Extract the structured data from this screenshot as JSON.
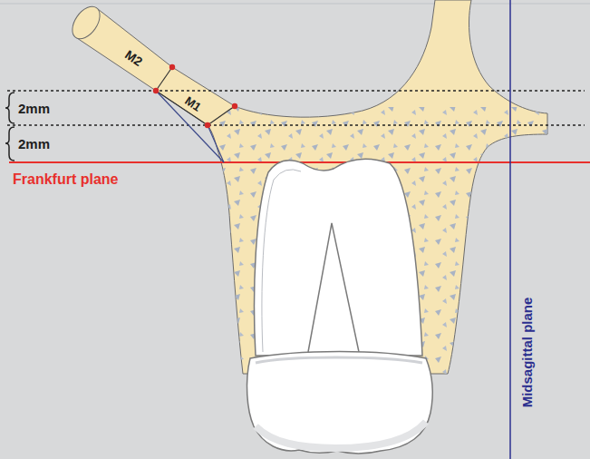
{
  "diagram": {
    "labels": [
      "M2",
      "M1",
      "2mm",
      "2mm",
      "Frankfurt plane",
      "Midsagittal plane"
    ]
  }
}
